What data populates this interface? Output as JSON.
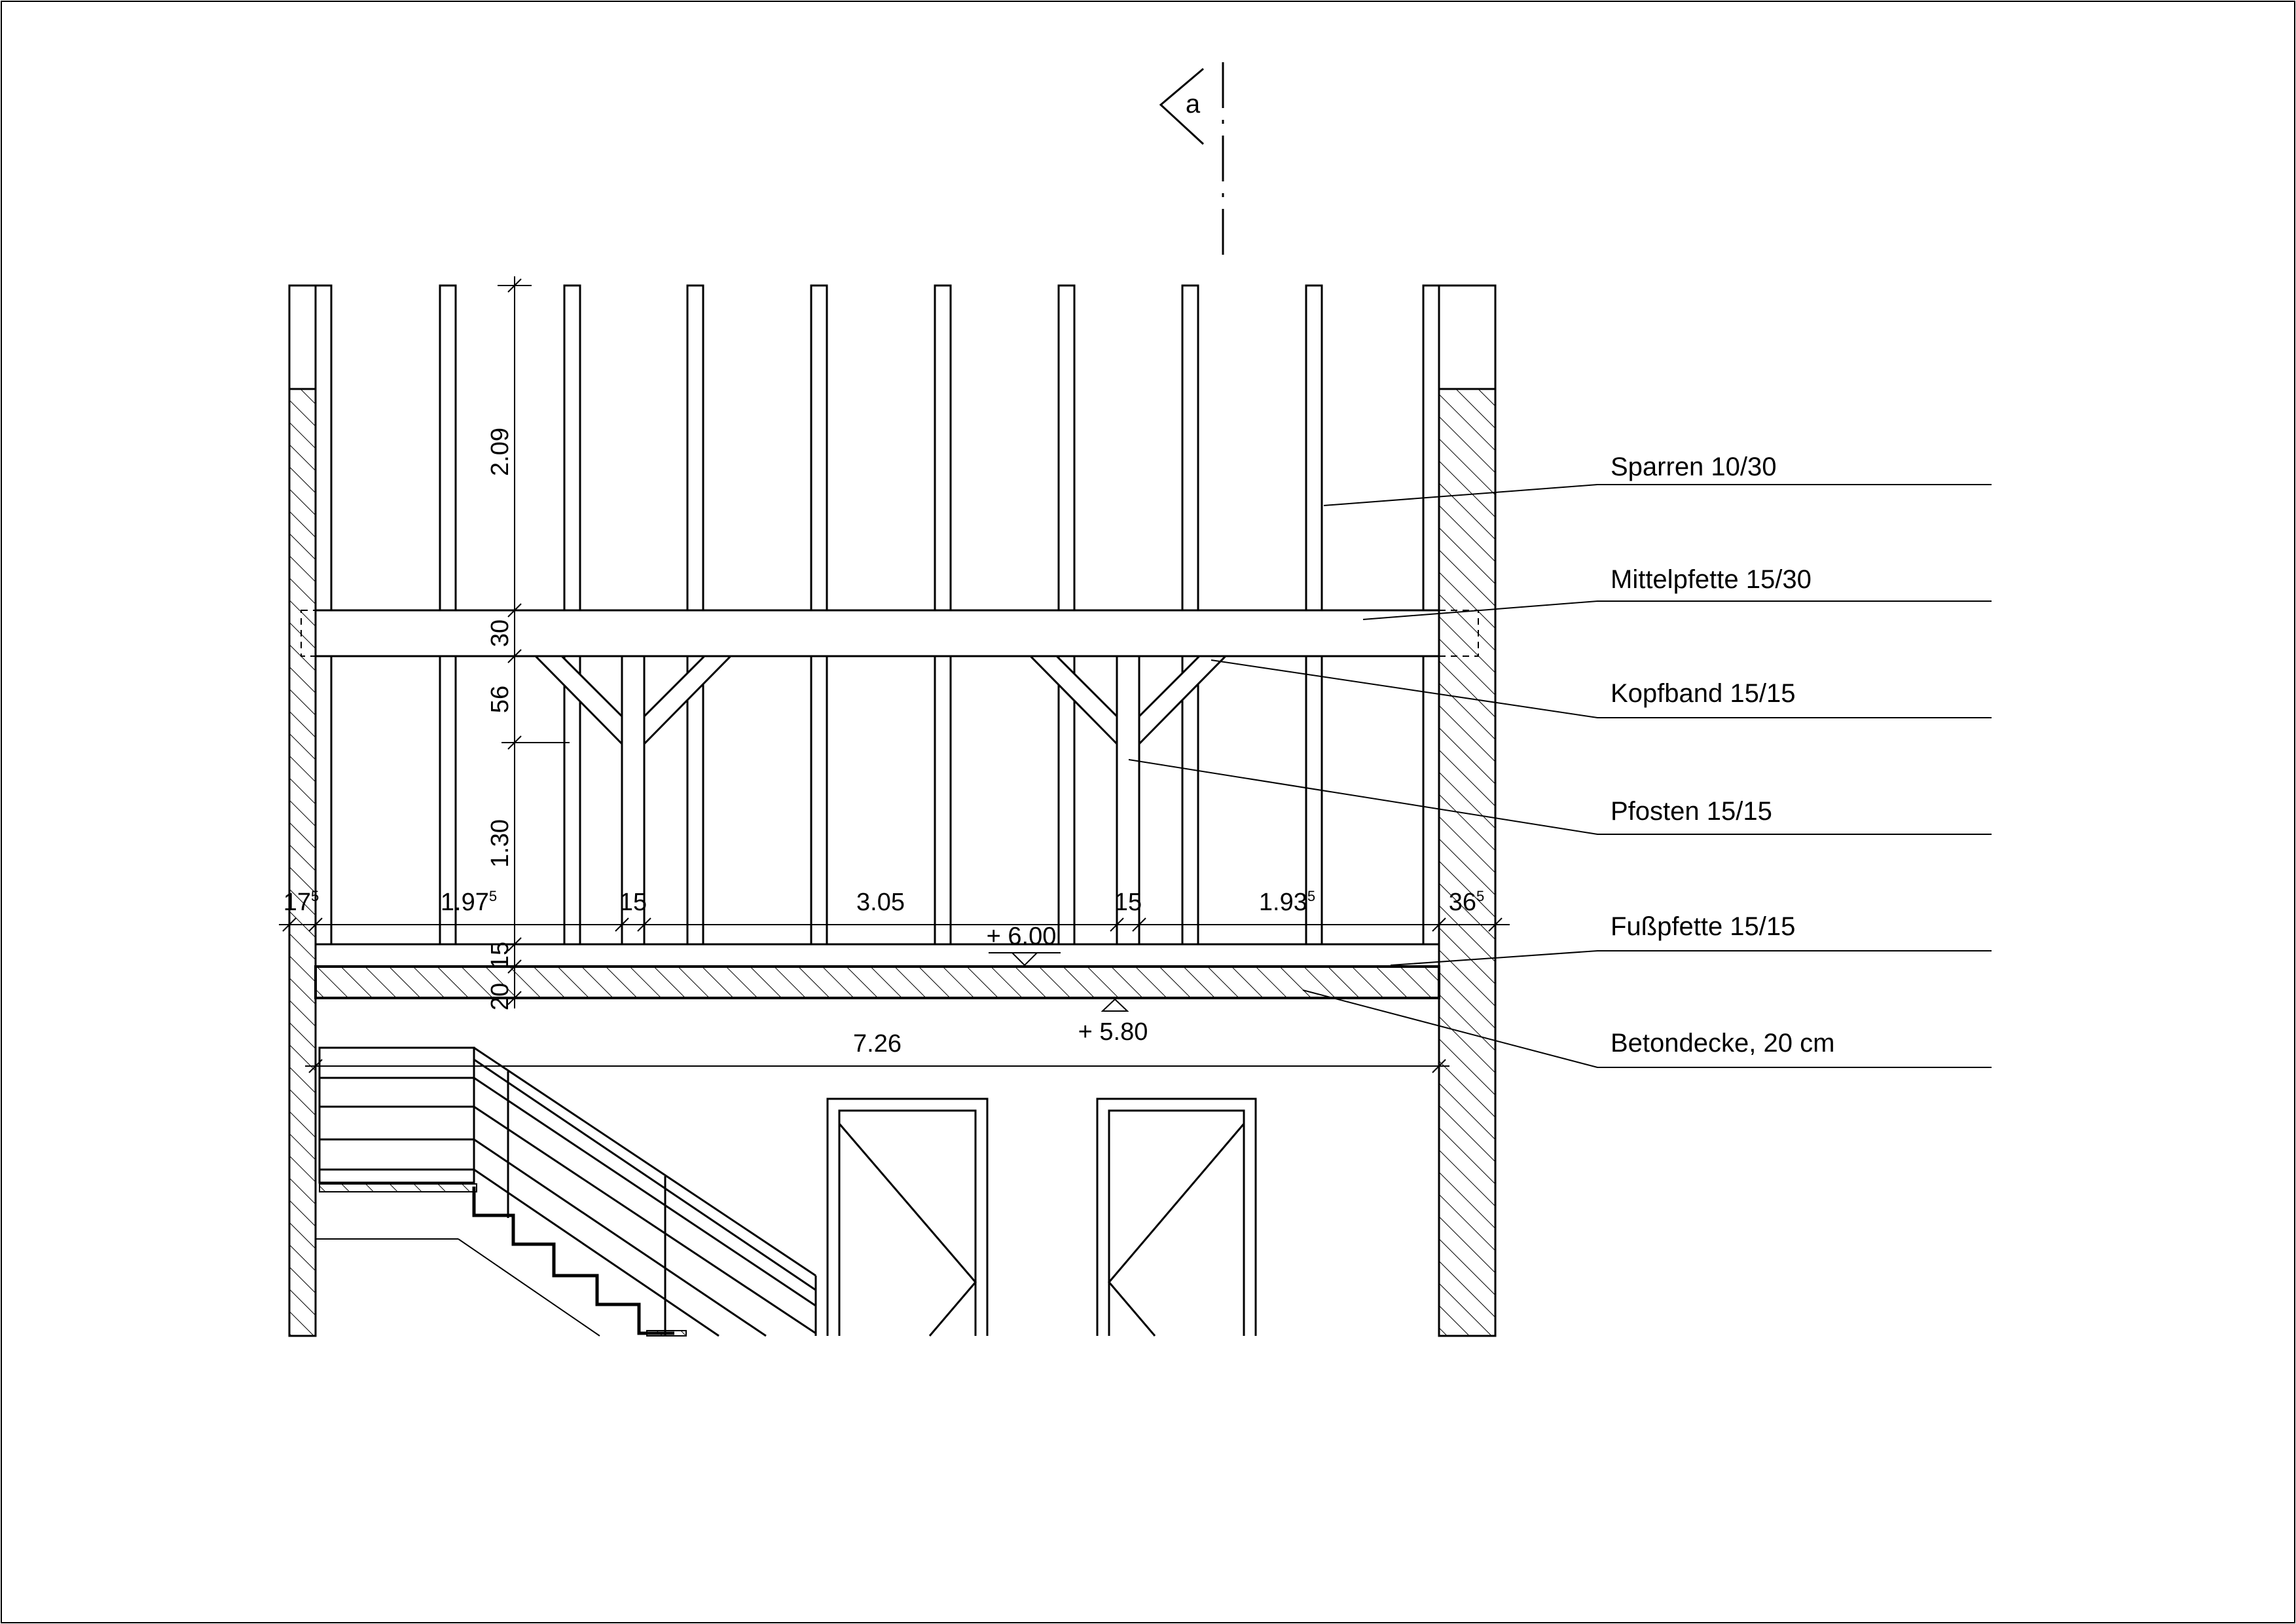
{
  "section_marker": "a",
  "dimensions_vertical": {
    "rafter_top": "2.09",
    "purlin_depth": "30",
    "brace_height": "56",
    "post_height": "1.30",
    "foot_purlin": "15",
    "slab": "20"
  },
  "dimensions_horizontal": [
    {
      "main": "17",
      "sup": "5"
    },
    {
      "main": "1.97",
      "sup": "5"
    },
    {
      "main": "15",
      "sup": ""
    },
    {
      "main": "3.05",
      "sup": ""
    },
    {
      "main": "15",
      "sup": ""
    },
    {
      "main": "1.93",
      "sup": "5"
    },
    {
      "main": "36",
      "sup": "5"
    }
  ],
  "span_total": "7.26",
  "levels": {
    "upper": "+ 6.00",
    "lower": "+ 5.80"
  },
  "labels": [
    "Sparren 10/30",
    "Mittelpfette 15/30",
    "Kopfband 15/15",
    "Pfosten 15/15",
    "Fußpfette 15/15",
    "Betondecke, 20 cm"
  ]
}
